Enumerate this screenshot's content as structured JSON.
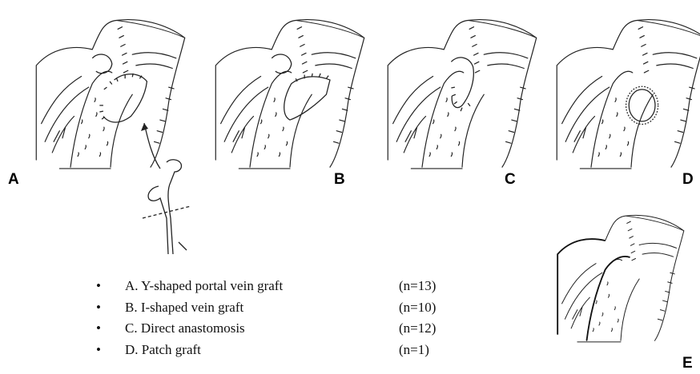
{
  "panel_labels": {
    "a": "A",
    "b": "B",
    "c": "C",
    "d": "D",
    "e": "E"
  },
  "legend": [
    {
      "bullet": "•",
      "text": "A. Y-shaped portal vein graft",
      "count": "(n=13)"
    },
    {
      "bullet": "•",
      "text": "B. I-shaped vein graft",
      "count": "(n=10)"
    },
    {
      "bullet": "•",
      "text": "C. Direct anastomosis",
      "count": "(n=12)"
    },
    {
      "bullet": "•",
      "text": "D. Patch graft",
      "count": "(n=1)"
    }
  ]
}
